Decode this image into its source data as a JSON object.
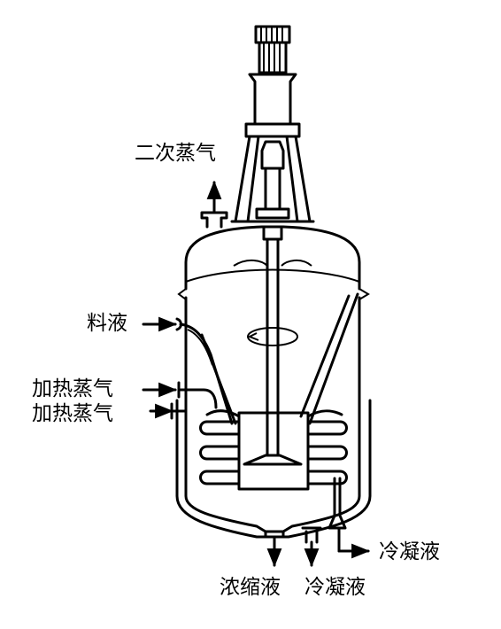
{
  "labels": {
    "secondary_steam": "二次蒸气",
    "feed_liquid": "料液",
    "heating_steam_1": "加热蒸气",
    "heating_steam_2": "加热蒸气",
    "condensate_right": "冷凝液",
    "concentrate": "浓缩液",
    "condensate_bottom": "冷凝液"
  },
  "colors": {
    "stroke": "#000000",
    "background": "#ffffff"
  }
}
